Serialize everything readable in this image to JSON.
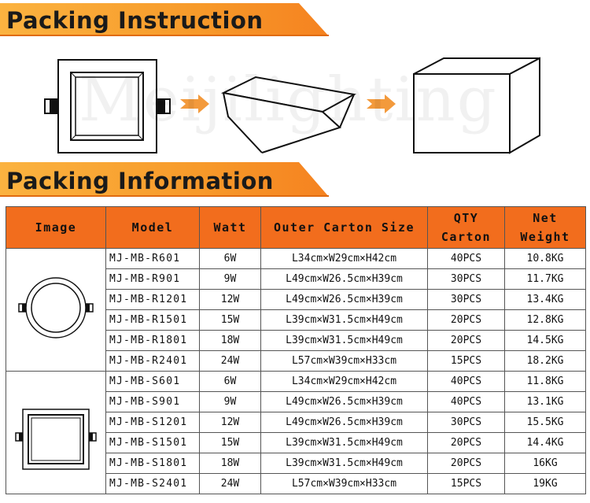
{
  "headings": {
    "packing_instruction": "Packing Instruction",
    "packing_information": "Packing Information"
  },
  "watermark": "Meijilighting",
  "colors": {
    "banner_accent": "#f58220",
    "header_fill": "#f26d1d",
    "arrow": "#f39a3c"
  },
  "table": {
    "headers": {
      "image": "Image",
      "model": "Model",
      "watt": "Watt",
      "size": "Outer Carton Size",
      "qty_line1": "QTY",
      "qty_line2": "Carton",
      "weight_line1": "Net",
      "weight_line2": "Weight"
    },
    "groups": [
      {
        "image": "round-downlight-icon",
        "rows": [
          {
            "model": "MJ-MB-R601",
            "watt": "6W",
            "size": "L34cm×W29cm×H42cm",
            "qty": "40PCS",
            "weight": "10.8KG"
          },
          {
            "model": "MJ-MB-R901",
            "watt": "9W",
            "size": "L49cm×W26.5cm×H39cm",
            "qty": "30PCS",
            "weight": "11.7KG"
          },
          {
            "model": "MJ-MB-R1201",
            "watt": "12W",
            "size": "L49cm×W26.5cm×H39cm",
            "qty": "30PCS",
            "weight": "13.4KG"
          },
          {
            "model": "MJ-MB-R1501",
            "watt": "15W",
            "size": "L39cm×W31.5cm×H49cm",
            "qty": "20PCS",
            "weight": "12.8KG"
          },
          {
            "model": "MJ-MB-R1801",
            "watt": "18W",
            "size": "L39cm×W31.5cm×H49cm",
            "qty": "20PCS",
            "weight": "14.5KG"
          },
          {
            "model": "MJ-MB-R2401",
            "watt": "24W",
            "size": "L57cm×W39cm×H33cm",
            "qty": "15PCS",
            "weight": "18.2KG"
          }
        ]
      },
      {
        "image": "square-downlight-icon",
        "rows": [
          {
            "model": "MJ-MB-S601",
            "watt": "6W",
            "size": "L34cm×W29cm×H42cm",
            "qty": "40PCS",
            "weight": "11.8KG"
          },
          {
            "model": "MJ-MB-S901",
            "watt": "9W",
            "size": "L49cm×W26.5cm×H39cm",
            "qty": "40PCS",
            "weight": "13.1KG"
          },
          {
            "model": "MJ-MB-S1201",
            "watt": "12W",
            "size": "L49cm×W26.5cm×H39cm",
            "qty": "30PCS",
            "weight": "15.5KG"
          },
          {
            "model": "MJ-MB-S1501",
            "watt": "15W",
            "size": "L39cm×W31.5cm×H49cm",
            "qty": "20PCS",
            "weight": "14.4KG"
          },
          {
            "model": "MJ-MB-S1801",
            "watt": "18W",
            "size": "L39cm×W31.5cm×H49cm",
            "qty": "20PCS",
            "weight": "16KG"
          },
          {
            "model": "MJ-MB-S2401",
            "watt": "24W",
            "size": "L57cm×W39cm×H33cm",
            "qty": "15PCS",
            "weight": "19KG"
          }
        ]
      }
    ]
  }
}
